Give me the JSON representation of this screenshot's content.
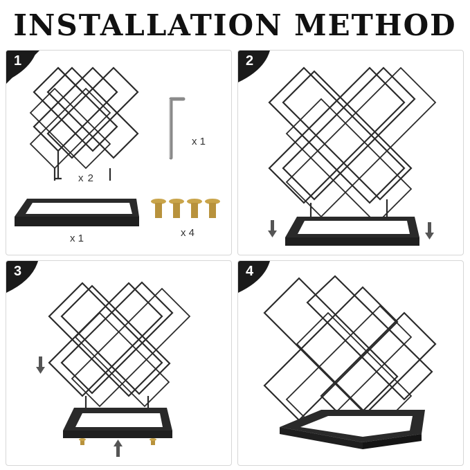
{
  "title": "INSTALLATION METHOD",
  "steps": [
    {
      "number": "1",
      "labels": {
        "frame_qty": "x 2",
        "wrench_qty": "x 1",
        "base_qty": "x 1",
        "screw_qty": "x 4"
      }
    },
    {
      "number": "2"
    },
    {
      "number": "3"
    },
    {
      "number": "4"
    }
  ],
  "colors": {
    "badge": "#1a1a1a",
    "wire": "#2b2b2b",
    "base": "#2a2a2a",
    "screw": "#c9a44a",
    "arrow": "#555555"
  },
  "icons": [
    "wine-rack-frame-icon",
    "allen-wrench-icon",
    "base-plate-icon",
    "screw-icon",
    "down-arrow-icon",
    "up-arrow-icon"
  ]
}
